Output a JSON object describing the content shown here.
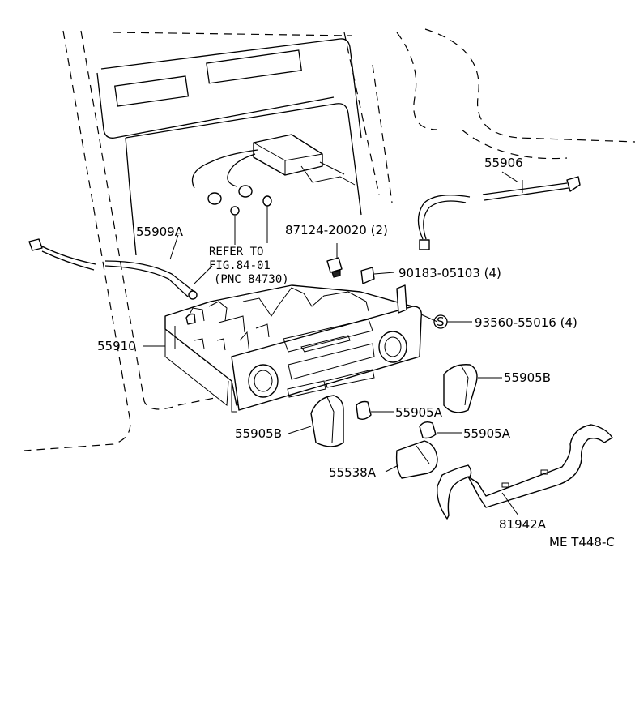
{
  "labels": {
    "p55906": "55906",
    "p87124": "87124-20020 (2)",
    "p55909A": "55909A",
    "refer1": "REFER TO",
    "refer2": "FIG.84-01",
    "refer3": "(PNC 84730)",
    "p90183": "90183-05103 (4)",
    "p93560": "93560-55016 (4)",
    "s_mark": "S",
    "p55910": "55910",
    "p55905B_right": "55905B",
    "p55905A_upper": "55905A",
    "p55905B_left": "55905B",
    "p55905A_lower": "55905A",
    "p55538A": "55538A",
    "p81942A": "81942A",
    "code": "ME T448-C"
  }
}
